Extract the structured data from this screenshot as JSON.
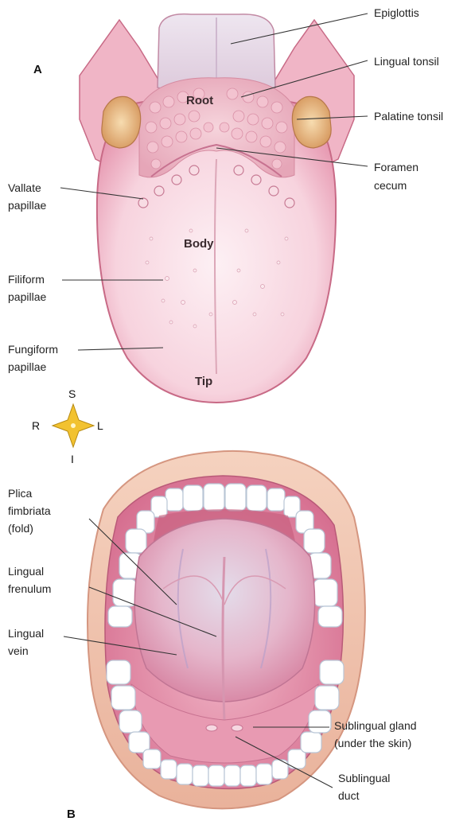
{
  "panels": {
    "a": "A",
    "b": "B"
  },
  "compass": {
    "superior": "S",
    "inferior": "I",
    "right": "R",
    "left": "L"
  },
  "tongue_regions": {
    "root": "Root",
    "body": "Body",
    "tip": "Tip"
  },
  "labels_a": {
    "epiglottis": "Epiglottis",
    "lingual_tonsil": "Lingual tonsil",
    "palatine_tonsil": "Palatine tonsil",
    "foramen_cecum_1": "Foramen",
    "foramen_cecum_2": "cecum",
    "vallate_1": "Vallate",
    "vallate_2": "papillae",
    "filiform_1": "Filiform",
    "filiform_2": "papillae",
    "fungiform_1": "Fungiform",
    "fungiform_2": "papillae"
  },
  "labels_b": {
    "plica_1": "Plica",
    "plica_2": "fimbriata",
    "plica_3": "(fold)",
    "frenulum_1": "Lingual",
    "frenulum_2": "frenulum",
    "vein_1": "Lingual",
    "vein_2": "vein",
    "gland_1": "Sublingual gland",
    "gland_2": "(under the skin)",
    "duct_1": "Sublingual",
    "duct_2": "duct"
  },
  "colors": {
    "tongue": "#f4c6d3",
    "tongue_edge": "#c86a86",
    "tonsil": "#e9b77b",
    "lips": "#f0c4ad",
    "teeth": "#ffffff",
    "mouth_interior": "#e48aa6",
    "compass_star": "#f2c230"
  }
}
